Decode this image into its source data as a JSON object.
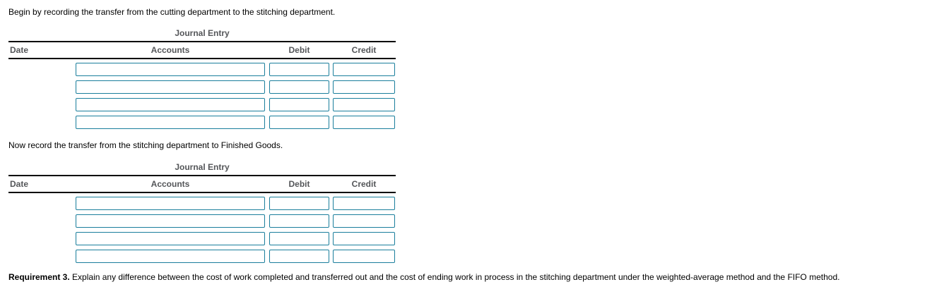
{
  "colors": {
    "input_border": "#1a7e9c",
    "table_heading_text": "#545659",
    "rule": "#000000",
    "body_text": "#000000"
  },
  "section1": {
    "instruction": "Begin by recording the transfer from the cutting department to the stitching department.",
    "table": {
      "title": "Journal Entry",
      "columns": {
        "date": "Date",
        "accounts": "Accounts",
        "debit": "Debit",
        "credit": "Credit"
      },
      "rows": [
        {
          "date": "",
          "accounts": "",
          "debit": "",
          "credit": ""
        },
        {
          "date": "",
          "accounts": "",
          "debit": "",
          "credit": ""
        },
        {
          "date": "",
          "accounts": "",
          "debit": "",
          "credit": ""
        },
        {
          "date": "",
          "accounts": "",
          "debit": "",
          "credit": ""
        }
      ]
    }
  },
  "section2": {
    "instruction": "Now record the transfer from the stitching department to Finished Goods.",
    "table": {
      "title": "Journal Entry",
      "columns": {
        "date": "Date",
        "accounts": "Accounts",
        "debit": "Debit",
        "credit": "Credit"
      },
      "rows": [
        {
          "date": "",
          "accounts": "",
          "debit": "",
          "credit": ""
        },
        {
          "date": "",
          "accounts": "",
          "debit": "",
          "credit": ""
        },
        {
          "date": "",
          "accounts": "",
          "debit": "",
          "credit": ""
        },
        {
          "date": "",
          "accounts": "",
          "debit": "",
          "credit": ""
        }
      ]
    }
  },
  "requirement": {
    "label": "Requirement 3.",
    "text": "Explain any difference between the cost of work completed and transferred out and the cost of ending work in process in the stitching department under the weighted-average method and the FIFO method."
  }
}
